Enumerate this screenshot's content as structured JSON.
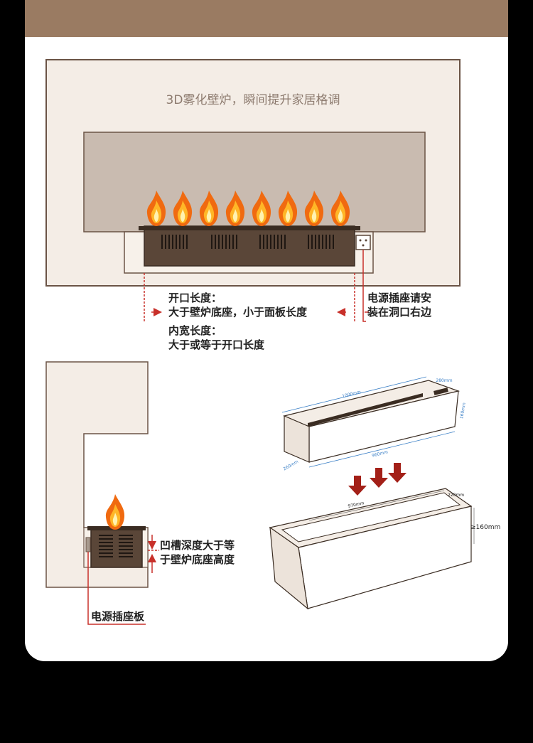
{
  "top_diagram": {
    "tagline": "3D雾化壁炉，瞬间提升家居格调",
    "label_open_title": "开口长度：",
    "label_open_desc": "大于壁炉底座，小于面板长度",
    "label_inner_title": "内宽长度：",
    "label_inner_desc": "大于或等于开口长度",
    "socket_line1": "电源插座请安",
    "socket_line2": "装在洞口右边"
  },
  "side_diagram": {
    "depth_line1": "凹槽深度大于等",
    "depth_line2": "于壁炉底座高度",
    "socket_plate": "电源插座板"
  },
  "insert_diagram": {
    "dim_length": "1000mm",
    "dim_width": "280mm",
    "dim_height": "160mm",
    "dim_inner_length": "960mm",
    "dim_depth": "260mm",
    "recess_length": "970mm",
    "recess_width": "220mm",
    "recess_depth": "≥160mm"
  },
  "colors": {
    "header_brown": "#9a7b62",
    "wall_beige": "#f4ede6",
    "glass": "#c9bbb0",
    "base_dark": "#5a4638",
    "pointer_red": "#c8302a",
    "arrow_red": "#a32018",
    "dimension_blue": "#3a7fc6",
    "flame_orange": "#f06a10"
  }
}
